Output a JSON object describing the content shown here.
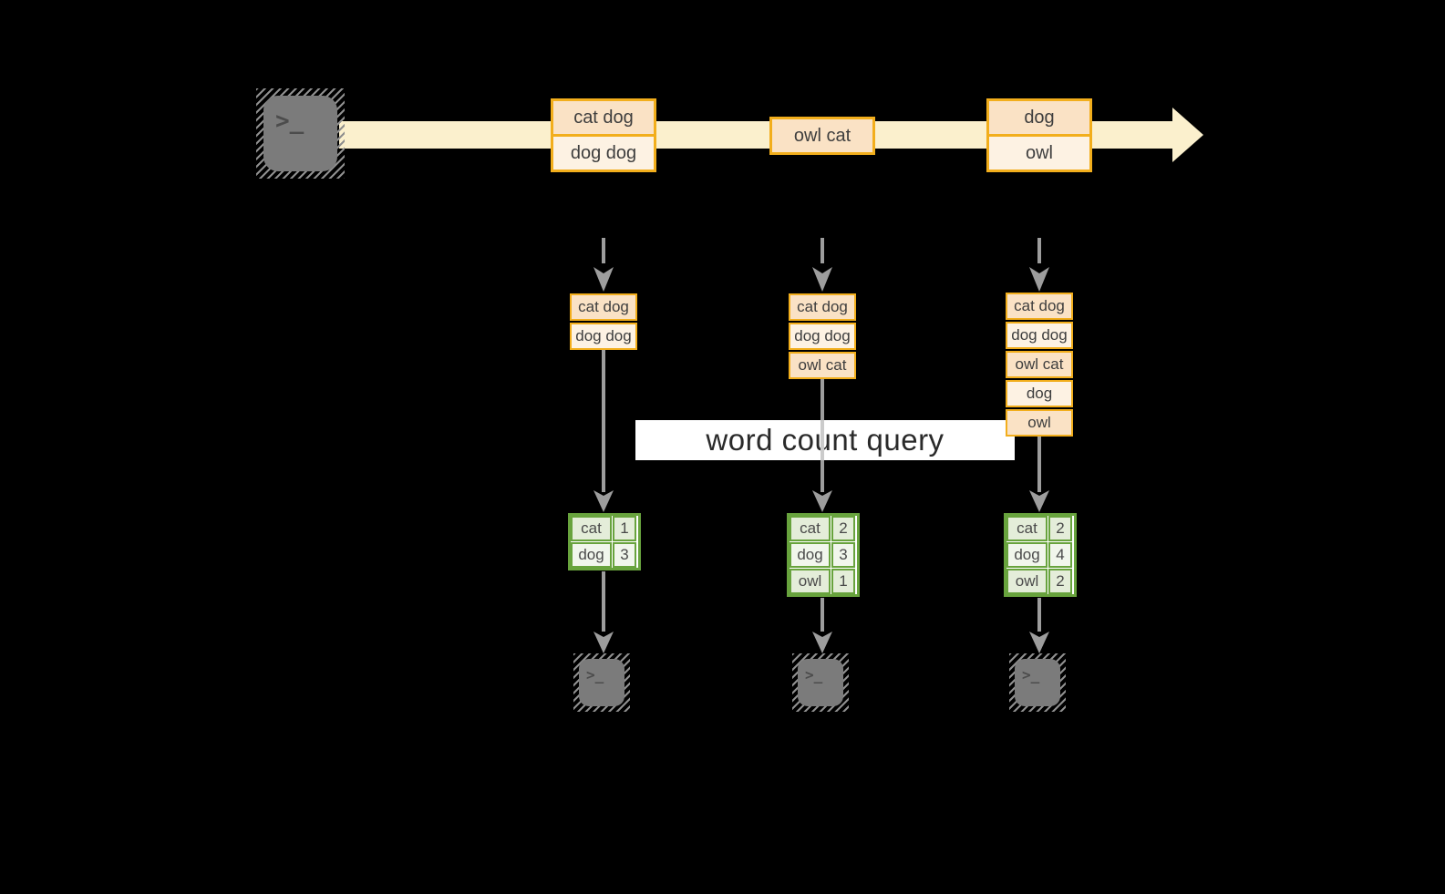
{
  "label": {
    "text": "word count query"
  },
  "colors": {
    "background": "#000000",
    "stream_band": "#FBF0CD",
    "orange_border": "#F2AE1C",
    "cell_peach": "#FAE2C5",
    "cell_cream": "#FDF2E3",
    "green_border": "#68A33D",
    "cell_green": "#E4EDD9",
    "cell_green_light": "#F1F6EC",
    "arrow_gray": "#9D9D9D",
    "terminal_gray": "#7B7B7B"
  },
  "stream": {
    "source_icon": "terminal-icon",
    "batches": [
      {
        "lines": [
          "cat dog",
          "dog dog"
        ]
      },
      {
        "lines": [
          "owl cat"
        ]
      },
      {
        "lines": [
          "dog",
          "owl"
        ]
      }
    ]
  },
  "pipelines": [
    {
      "buffer": [
        "cat dog",
        "dog dog"
      ],
      "counts": [
        {
          "word": "cat",
          "count": "1"
        },
        {
          "word": "dog",
          "count": "3"
        }
      ],
      "sink_icon": "terminal-icon"
    },
    {
      "buffer": [
        "cat dog",
        "dog dog",
        "owl cat"
      ],
      "counts": [
        {
          "word": "cat",
          "count": "2"
        },
        {
          "word": "dog",
          "count": "3"
        },
        {
          "word": "owl",
          "count": "1"
        }
      ],
      "sink_icon": "terminal-icon"
    },
    {
      "buffer": [
        "cat dog",
        "dog dog",
        "owl cat",
        "dog",
        "owl"
      ],
      "counts": [
        {
          "word": "cat",
          "count": "2"
        },
        {
          "word": "dog",
          "count": "4"
        },
        {
          "word": "owl",
          "count": "2"
        }
      ],
      "sink_icon": "terminal-icon"
    }
  ]
}
